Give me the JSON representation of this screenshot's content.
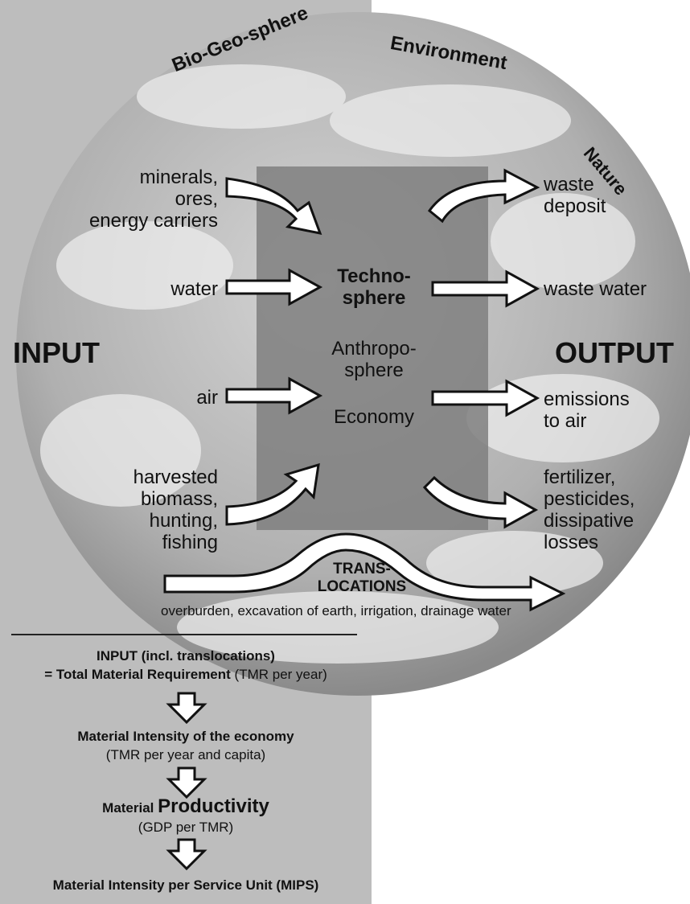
{
  "arc_labels": {
    "bio_geo": "Bio-Geo-sphere",
    "environment": "Environment",
    "nature": "Nature"
  },
  "inputs": {
    "heading": "INPUT",
    "items": [
      {
        "lines": [
          "minerals,",
          "ores,",
          "energy carriers"
        ]
      },
      {
        "lines": [
          "water"
        ]
      },
      {
        "lines": [
          "air"
        ]
      },
      {
        "lines": [
          "harvested",
          "biomass,",
          "hunting,",
          "fishing"
        ]
      }
    ]
  },
  "center": {
    "techno": [
      "Techno-",
      "sphere"
    ],
    "anthropo": [
      "Anthropo-",
      "sphere"
    ],
    "economy": "Economy"
  },
  "outputs": {
    "heading": "OUTPUT",
    "items": [
      {
        "lines": [
          "waste",
          "deposit"
        ]
      },
      {
        "lines": [
          "waste water"
        ]
      },
      {
        "lines": [
          "emissions",
          "to air"
        ]
      },
      {
        "lines": [
          "fertilizer,",
          "pesticides,",
          "dissipative",
          "losses"
        ]
      }
    ]
  },
  "translocations": {
    "title": [
      "TRANS-",
      "LOCATIONS"
    ],
    "caption": "overburden, excavation of earth, irrigation, drainage water"
  },
  "chain": {
    "step1_line1": "INPUT (incl. translocations)",
    "step1_line2_bold": "= Total Material Requirement",
    "step1_line2_rest": " (TMR per year)",
    "step2_line1": "Material Intensity of the economy",
    "step2_line2": "(TMR per year and capita)",
    "step3_prefix": "Material ",
    "step3_big": "Productivity",
    "step3_line2": "(GDP per TMR)",
    "step4": "Material Intensity per Service Unit (MIPS)"
  },
  "colors": {
    "panel": "#bdbdbd",
    "globe": "#a9a9a9",
    "techbox": "#7f7f7f",
    "arrow_fill": "#ffffff",
    "ink": "#111111"
  },
  "icons": {
    "flow_arrows": "curved-arrow",
    "chain_arrows": "down-arrow"
  }
}
